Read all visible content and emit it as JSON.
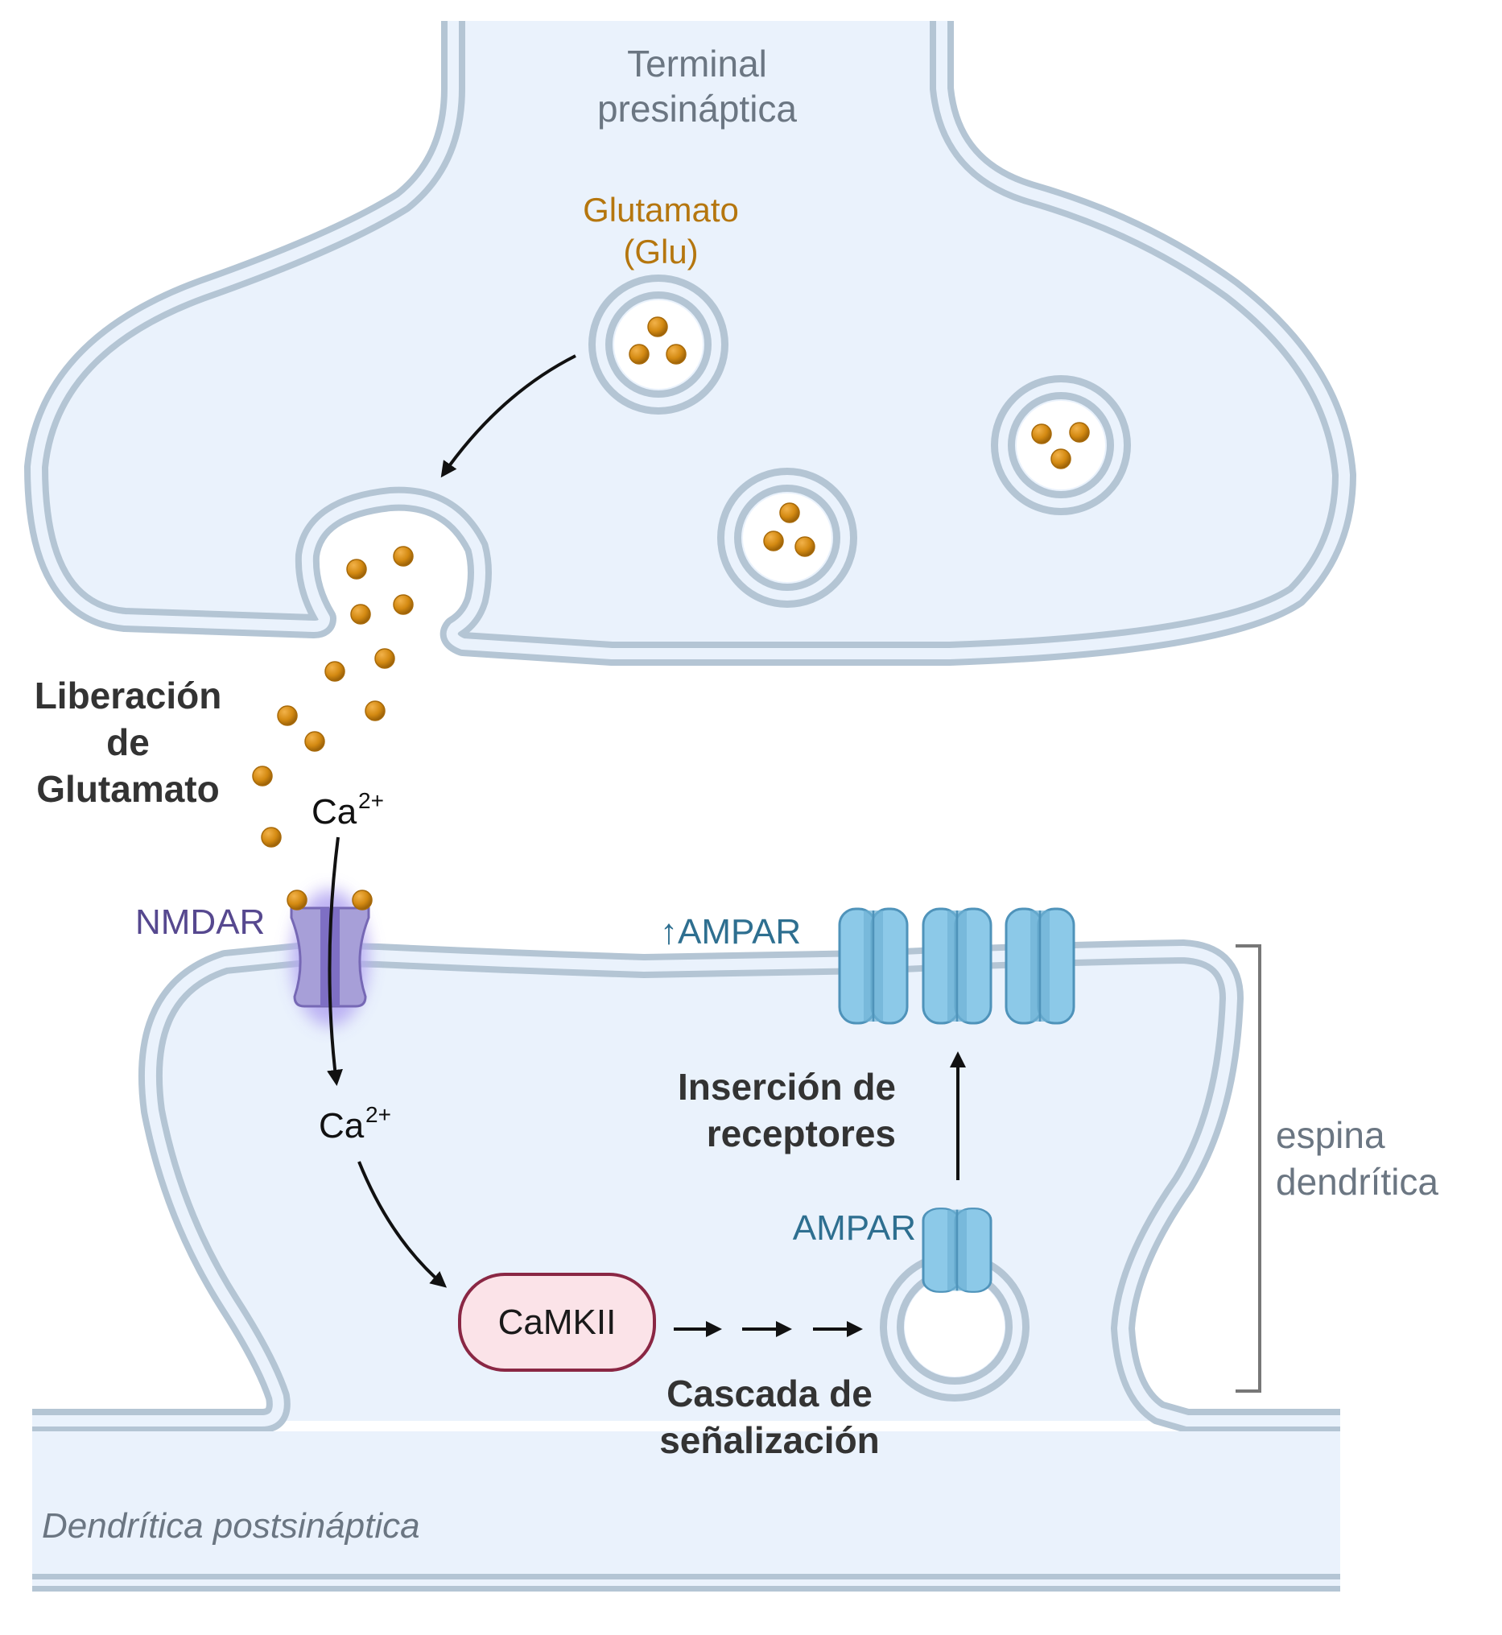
{
  "labels": {
    "presynaptic_terminal": [
      "Terminal",
      "presináptica"
    ],
    "glutamate": [
      "Glutamato",
      "(Glu)"
    ],
    "glutamate_release": [
      "Liberación",
      "de",
      "Glutamato"
    ],
    "calcium": "Ca",
    "calcium_charge": "2+",
    "nmdar": "NMDAR",
    "ampar_up": "↑AMPAR",
    "ampar": "AMPAR",
    "receptor_insertion": [
      "Inserción de",
      "receptores"
    ],
    "camkii": "CaMKII",
    "signaling_cascade": [
      "Cascada de",
      "señalización"
    ],
    "dendritic_spine": [
      "espina",
      "dendrítica"
    ],
    "postsynaptic_dendrite": "Dendrítica postsináptica"
  },
  "colors": {
    "membrane": "#b4c5d4",
    "cytoplasm": "#eaf2fc",
    "glutamate": "#d48a12",
    "nmdar": "#a79fd8",
    "ampar": "#8cc9e8",
    "camkii_fill": "#fbe3e8",
    "camkii_border": "#8a2744",
    "arrow": "#111111"
  },
  "icons": [
    "glutamate-particle-icon",
    "synaptic-vesicle-icon",
    "nmda-receptor-icon",
    "ampa-receptor-icon"
  ]
}
